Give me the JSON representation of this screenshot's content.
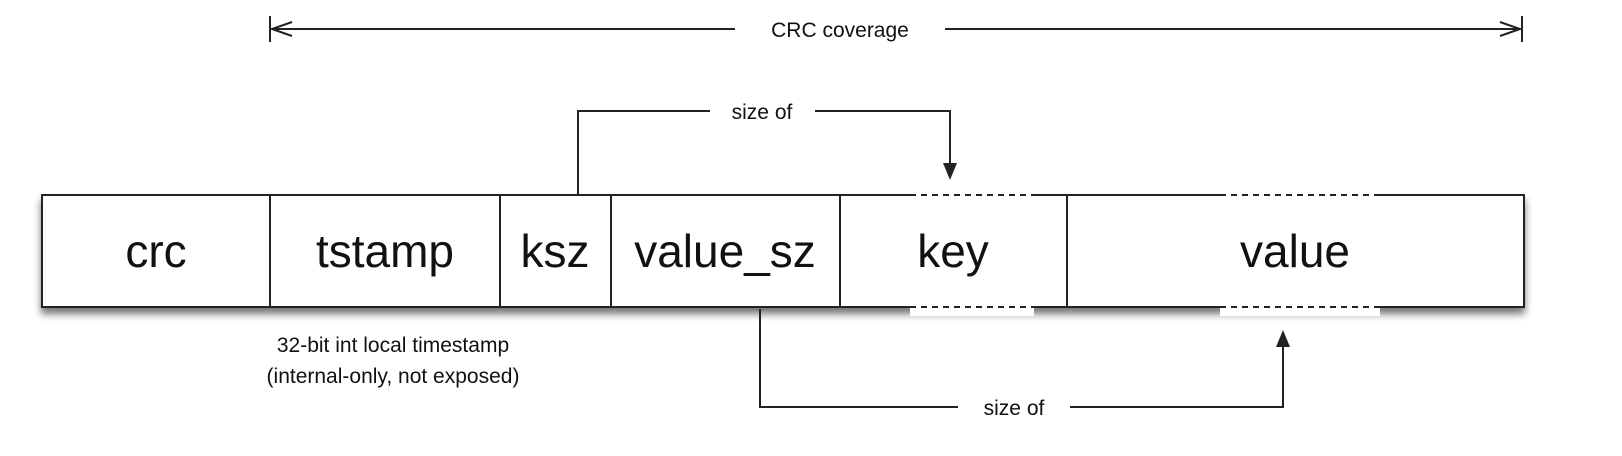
{
  "crc_coverage": {
    "label": "CRC coverage"
  },
  "record": {
    "fields": [
      {
        "id": "crc",
        "label": "crc"
      },
      {
        "id": "tstamp",
        "label": "tstamp"
      },
      {
        "id": "ksz",
        "label": "ksz"
      },
      {
        "id": "value_sz",
        "label": "value_sz"
      },
      {
        "id": "key",
        "label": "key"
      },
      {
        "id": "value",
        "label": "value"
      }
    ]
  },
  "annotations": {
    "key_size": {
      "label": "size of"
    },
    "value_size": {
      "label": "size of"
    },
    "tstamp_note": {
      "line1": "32-bit int local timestamp",
      "line2": "(internal-only, not exposed)"
    }
  }
}
